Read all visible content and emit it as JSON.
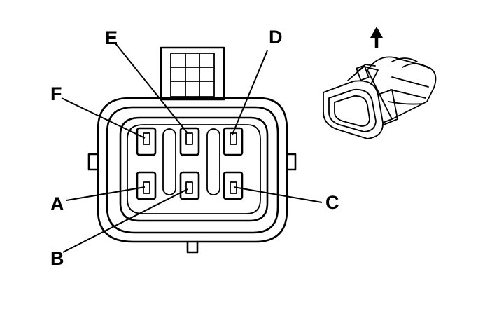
{
  "pins": {
    "a": "A",
    "b": "B",
    "c": "C",
    "d": "D",
    "e": "E",
    "f": "F"
  },
  "orientation_arrow": "arrow-up-icon",
  "colors": {
    "line": "#000000",
    "background": "#ffffff"
  }
}
